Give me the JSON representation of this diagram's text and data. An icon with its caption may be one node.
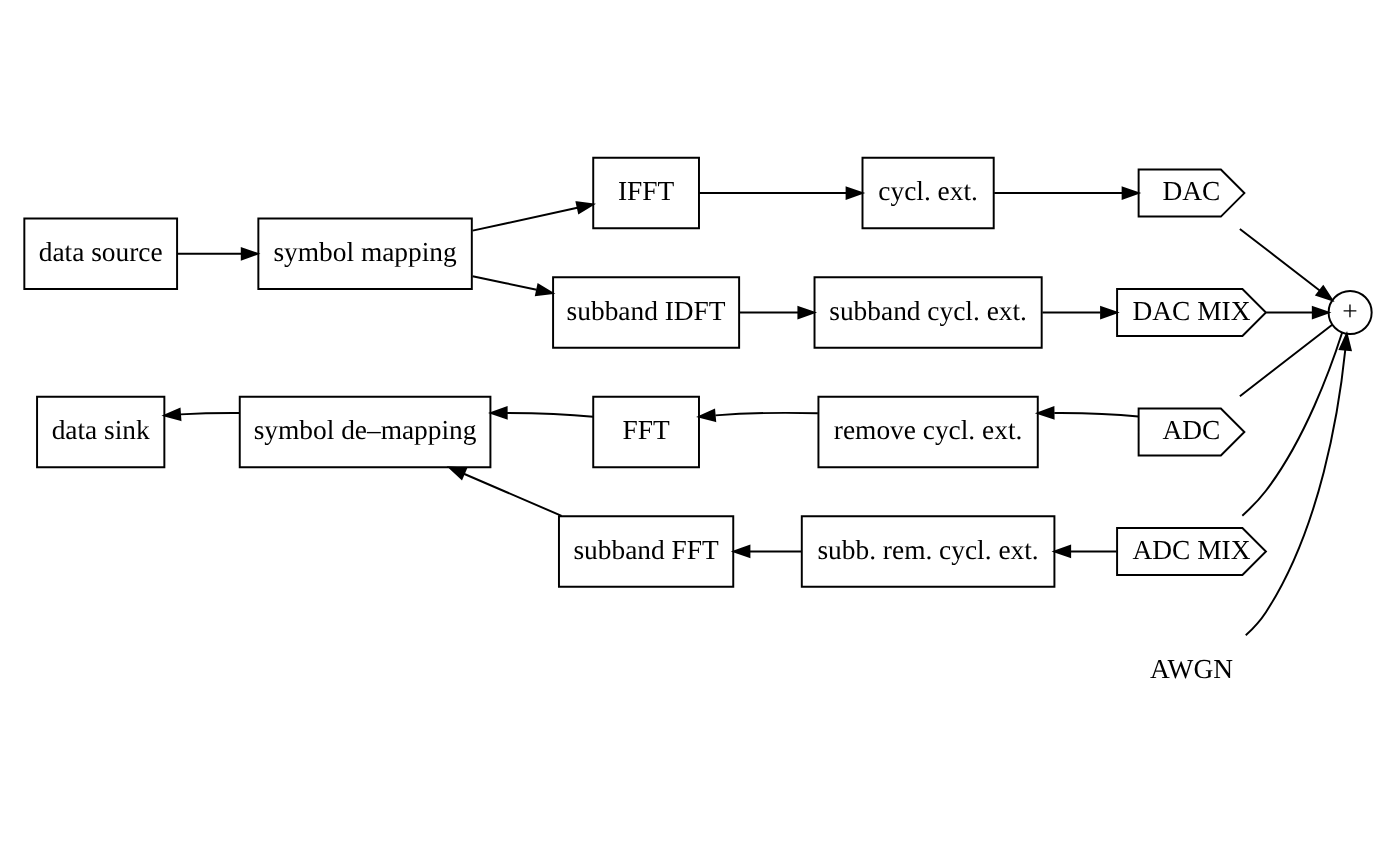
{
  "diagram": {
    "nodes": [
      {
        "text": [
          "data source"
        ]
      },
      {
        "text": [
          "symbol mapping"
        ]
      },
      {
        "text": [
          "IFFT"
        ]
      },
      {
        "text": [
          "subband IDFT"
        ]
      },
      {
        "text": [
          "cycl. ext."
        ]
      },
      {
        "text": [
          "subband cycl. ext."
        ]
      },
      {
        "text": [
          "DAC"
        ]
      },
      {
        "text": [
          "DAC MIX"
        ]
      },
      {
        "text": [
          "+"
        ]
      },
      {
        "text": [
          "AWGN"
        ]
      },
      {
        "text": [
          "ADC"
        ]
      },
      {
        "text": [
          "ADC MIX"
        ]
      },
      {
        "text": [
          "remove cycl. ext."
        ]
      },
      {
        "text": [
          "subb. rem. cycl. ext."
        ]
      },
      {
        "text": [
          "FFT"
        ]
      },
      {
        "text": [
          "subband FFT"
        ]
      },
      {
        "text": [
          "symbol de–mapping"
        ]
      },
      {
        "text": [
          "data sink"
        ]
      }
    ],
    "edges": [
      {
        "from": 0,
        "to": 1,
        "arrow": "to"
      },
      {
        "from": 1,
        "to": 2,
        "arrow": "to"
      },
      {
        "from": 1,
        "to": 3,
        "arrow": "to"
      },
      {
        "from": 2,
        "to": 4,
        "arrow": "to"
      },
      {
        "from": 3,
        "to": 5,
        "arrow": "to"
      },
      {
        "from": 4,
        "to": 6,
        "arrow": "to"
      },
      {
        "from": 5,
        "to": 7,
        "arrow": "to"
      },
      {
        "from": 6,
        "to": 8,
        "arrow": "to"
      },
      {
        "from": 7,
        "to": 8,
        "arrow": "to"
      },
      {
        "from": 9,
        "to": 8,
        "arrow": "to"
      },
      {
        "from": 8,
        "to": 10,
        "arrow": "none"
      },
      {
        "from": 8,
        "to": 11,
        "arrow": "none"
      },
      {
        "from": 10,
        "to": 12,
        "arrow": "to"
      },
      {
        "from": 11,
        "to": 13,
        "arrow": "to"
      },
      {
        "from": 12,
        "to": 14,
        "arrow": "to"
      },
      {
        "from": 13,
        "to": 15,
        "arrow": "to"
      },
      {
        "from": 14,
        "to": 16,
        "arrow": "to"
      },
      {
        "from": 15,
        "to": 16,
        "arrow": "to"
      },
      {
        "from": 16,
        "to": 17,
        "arrow": "to"
      }
    ]
  }
}
